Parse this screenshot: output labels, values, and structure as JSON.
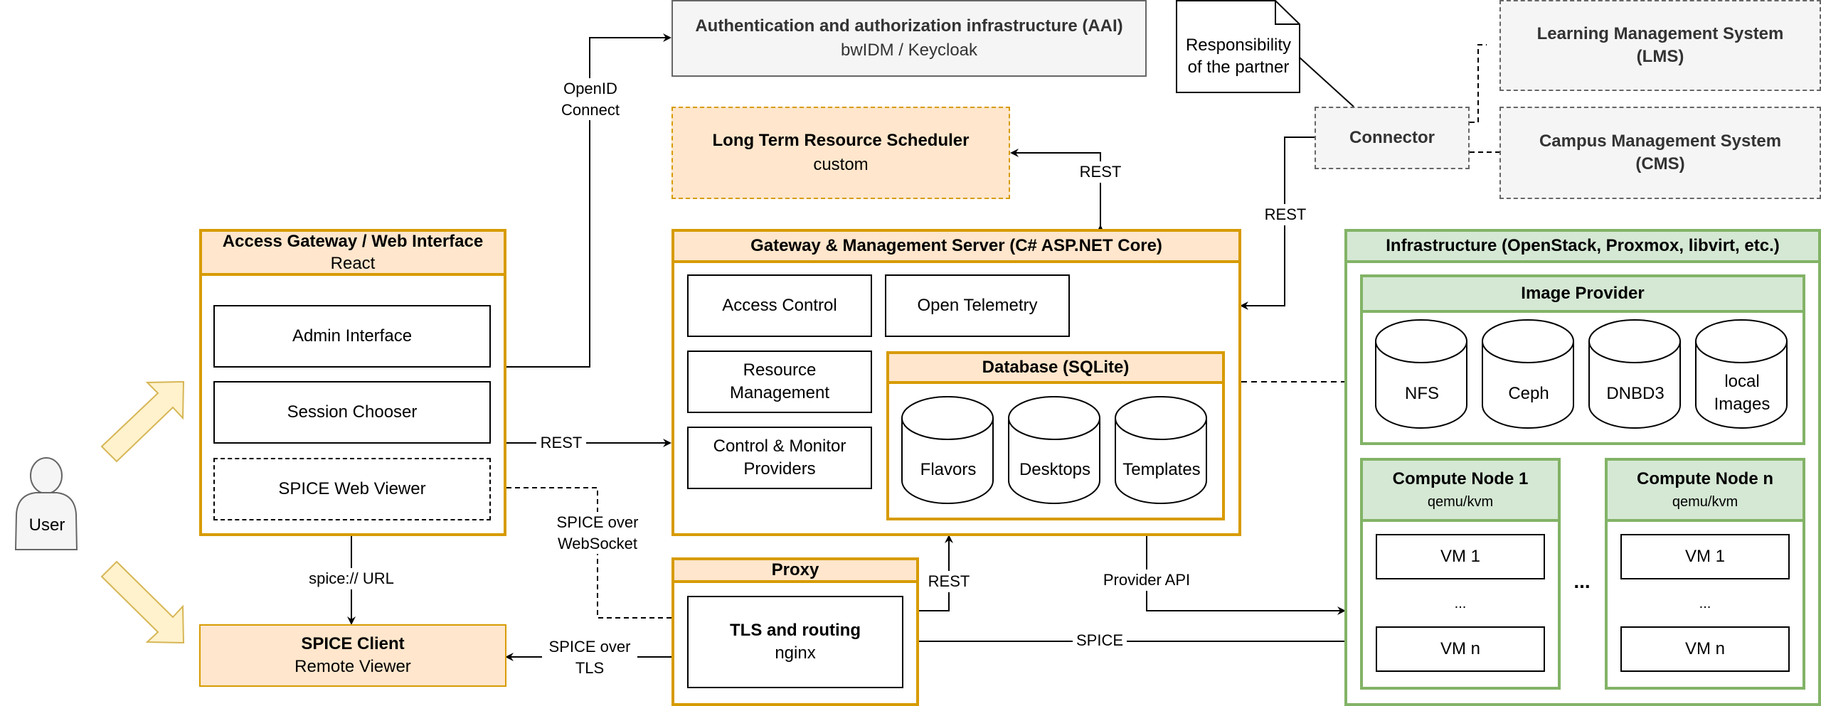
{
  "user": {
    "label": "User"
  },
  "aai": {
    "title": "Authentication and authorization infrastructure (AAI)",
    "subtitle": "bwIDM / Keycloak"
  },
  "scheduler": {
    "title": "Long Term Resource Scheduler",
    "subtitle": "custom"
  },
  "note": {
    "line1": "Responsibility",
    "line2": "of the partner"
  },
  "connector": {
    "label": "Connector"
  },
  "lms": {
    "line1": "Learning Management System",
    "line2": "(LMS)"
  },
  "cms": {
    "line1": "Campus Management System",
    "line2": "(CMS)"
  },
  "access_gateway": {
    "title": "Access Gateway / Web Interface",
    "subtitle": "React",
    "items": [
      "Admin Interface",
      "Session Chooser",
      "SPICE Web Viewer"
    ]
  },
  "gateway_server": {
    "title": "Gateway & Management Server (C# ASP.NET Core)",
    "modules": [
      "Access Control",
      "Open Telemetry",
      "Resource Management",
      "Control & Monitor Providers"
    ],
    "database": {
      "title": "Database (SQLite)",
      "stores": [
        "Flavors",
        "Desktops",
        "Templates"
      ]
    }
  },
  "spice_client": {
    "title": "SPICE Client",
    "subtitle": "Remote Viewer"
  },
  "proxy": {
    "title": "Proxy",
    "inner_title": "TLS and routing",
    "inner_subtitle": "nginx"
  },
  "infrastructure": {
    "title": "Infrastructure (OpenStack, Proxmox, libvirt, etc.)",
    "image_provider": {
      "title": "Image Provider",
      "stores": [
        "NFS",
        "Ceph",
        "DNBD3",
        "local Images"
      ]
    },
    "ellipsis": "...",
    "nodes": [
      {
        "title": "Compute Node 1",
        "subtitle": "qemu/kvm",
        "vms": [
          "VM 1",
          "...",
          "VM n"
        ]
      },
      {
        "title": "Compute Node n",
        "subtitle": "qemu/kvm",
        "vms": [
          "VM 1",
          "...",
          "VM n"
        ]
      }
    ]
  },
  "edges": {
    "openid": "OpenID Connect",
    "rest_scheduler": "REST",
    "rest_connector": "REST",
    "rest_gateway": "REST",
    "spice_websocket": "SPICE over WebSocket",
    "spice_url": "spice:// URL",
    "spice_tls": "SPICE over TLS",
    "rest_proxy": "REST",
    "provider_api": "Provider API",
    "spice": "SPICE"
  },
  "colors": {
    "orange_border": "#d79b00",
    "orange_fill": "#ffe6cc",
    "green_border": "#82b366",
    "green_fill": "#d5e8d4",
    "gray_fill": "#f5f5f5",
    "gray_border": "#666666",
    "user_arrow_fill": "#fff2cc",
    "user_arrow_border": "#d6b656"
  }
}
